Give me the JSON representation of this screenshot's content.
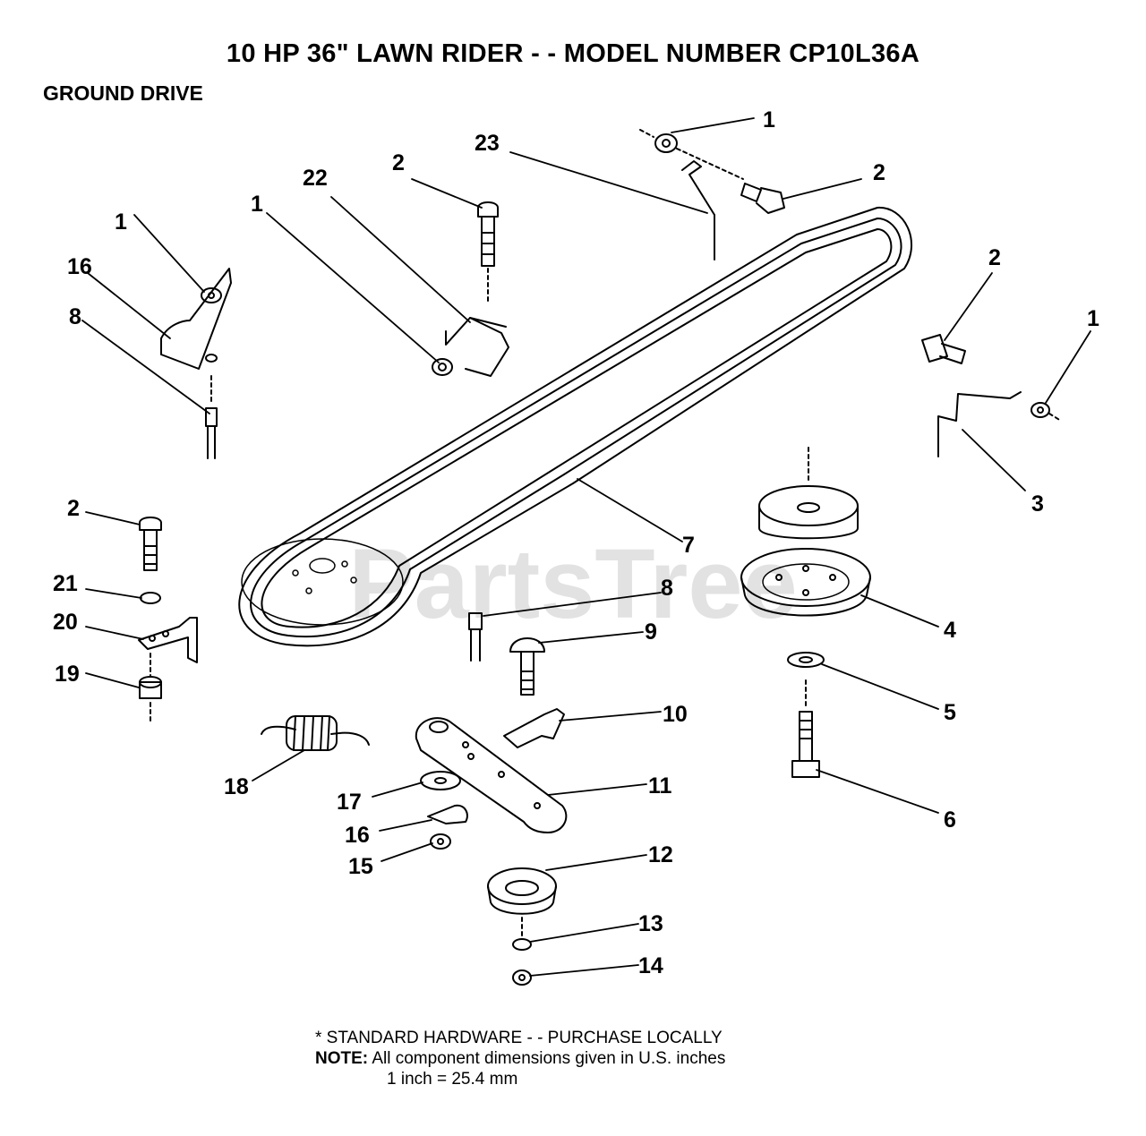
{
  "header": {
    "title": "10 HP 36\" LAWN RIDER - - MODEL NUMBER CP10L36A",
    "section": "GROUND DRIVE"
  },
  "watermark": "PartsTree",
  "callouts": [
    "1",
    "2",
    "23",
    "2",
    "1",
    "22",
    "2",
    "1",
    "16",
    "8",
    "2",
    "1",
    "3",
    "7",
    "2",
    "21",
    "20",
    "19",
    "8",
    "9",
    "4",
    "5",
    "10",
    "6",
    "18",
    "11",
    "17",
    "16",
    "15",
    "12",
    "13",
    "14"
  ],
  "notes": {
    "line1": "* STANDARD HARDWARE - - PURCHASE LOCALLY",
    "note_label": "NOTE:",
    "line2": "All component dimensions given in U.S. inches",
    "line3": "1 inch = 25.4 mm"
  }
}
